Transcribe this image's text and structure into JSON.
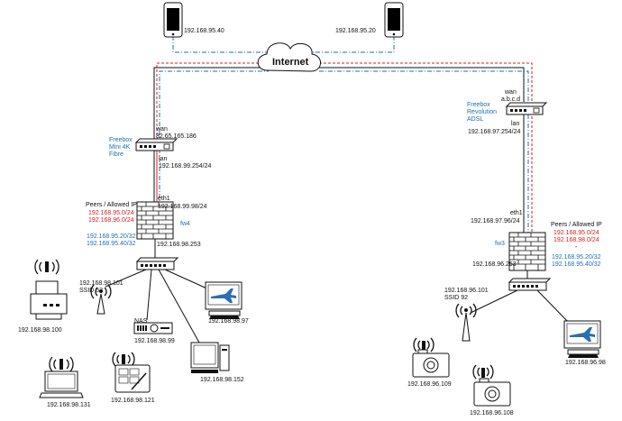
{
  "internet": {
    "label": "Internet"
  },
  "phone_left": {
    "ip": "192.168.95.40"
  },
  "phone_right": {
    "ip": "192.168.95.20"
  },
  "router_left": {
    "name_lines": [
      "Freebox",
      "Mini 4K",
      "Fibre"
    ],
    "wan_label": "wan",
    "wan_ip": "82.65.165.186",
    "lan_label": "lan",
    "lan_ip": "192.168.99.254/24"
  },
  "router_right": {
    "name_lines": [
      "Freebox",
      "Revolution",
      "ADSL"
    ],
    "wan_label": "wan",
    "wan_ip": "a.b.c.d",
    "lan_label": "lan",
    "lan_ip": "192.168.97.254/24"
  },
  "fw4": {
    "name": "fw4",
    "eth1_label": "eth1",
    "eth1_ip": "192.168.99.98/24",
    "lan_ip": "192.168.98.253",
    "peers_label": "Peers / Allowed IP",
    "peers_red": [
      "192.168.95.0/24",
      "192.168.96.0/24"
    ],
    "peers_blue": [
      "192.168.95.20/32",
      "192.168.95.40/32"
    ]
  },
  "fw3": {
    "name": "fw3",
    "eth1_label": "eth1",
    "eth1_ip": "192.168.97.96/24",
    "lan_ip": "192.168.96.253",
    "peers_label": "Peers / Allowed IP",
    "peers_red": [
      "192.168.95.0/24",
      "192.168.98.0/24"
    ],
    "peers_dash": "-",
    "peers_blue": [
      "192.168.95.20/32",
      "192.168.95.40/32"
    ]
  },
  "left_devices": {
    "ap": {
      "ip": "192.168.98.101",
      "ssid": "SSID 52"
    },
    "printer": {
      "ip": "192.168.98.100"
    },
    "nas": {
      "label": "NAS",
      "ip": "192.168.98.99"
    },
    "pc_plane": {
      "ip": "192.168.98.97"
    },
    "pc": {
      "ip": "192.168.98.152"
    },
    "laptop": {
      "ip": "192.168.98.131"
    },
    "tablet": {
      "ip": "192.168.98.121"
    }
  },
  "right_devices": {
    "ap": {
      "ip": "192.168.96.101",
      "ssid": "SSID 92"
    },
    "pc_plane": {
      "ip": "192.168.96.98"
    },
    "camera1": {
      "ip": "192.168.96.109"
    },
    "camera2": {
      "ip": "192.168.96.108"
    }
  },
  "colors": {
    "tunnel_red": "#d42020",
    "tunnel_blue": "#1f6fb2",
    "label_blue": "#1f6fb2"
  }
}
